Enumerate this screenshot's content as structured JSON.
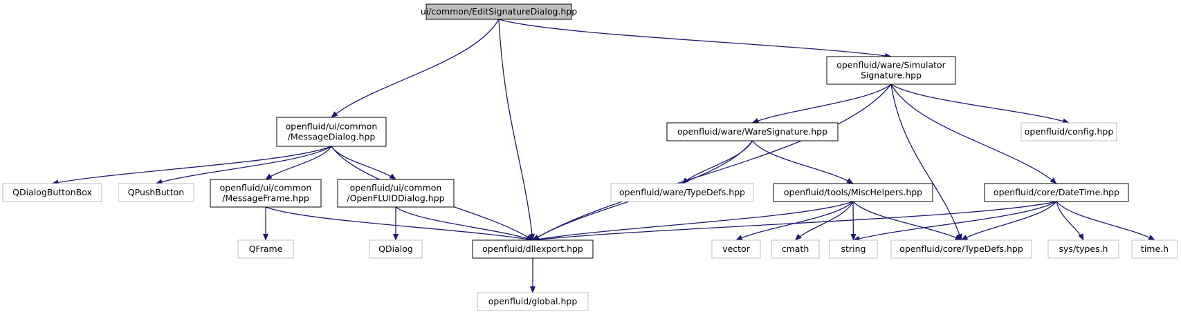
{
  "colors": {
    "edge": "#191970",
    "root_fill": "#bfbfbf",
    "root_border": "#000000",
    "documented_border": "#000000",
    "external_border": "#bfbfbf",
    "fill": "#ffffff"
  },
  "nodes": [
    {
      "id": "root",
      "lines": [
        "ui/common/EditSignatureDialog.hpp"
      ],
      "kind": "root"
    },
    {
      "id": "message_dialog",
      "lines": [
        "openfluid/ui/common",
        "/MessageDialog.hpp"
      ],
      "kind": "documented"
    },
    {
      "id": "dllexport",
      "lines": [
        "openfluid/dllexport.hpp"
      ],
      "kind": "documented"
    },
    {
      "id": "simulator_signature",
      "lines": [
        "openfluid/ware/Simulator",
        "Signature.hpp"
      ],
      "kind": "documented"
    },
    {
      "id": "dialog_button_box",
      "lines": [
        "QDialogButtonBox"
      ],
      "kind": "external"
    },
    {
      "id": "push_button",
      "lines": [
        "QPushButton"
      ],
      "kind": "external"
    },
    {
      "id": "message_frame",
      "lines": [
        "openfluid/ui/common",
        "/MessageFrame.hpp"
      ],
      "kind": "documented"
    },
    {
      "id": "openfluid_dialog",
      "lines": [
        "openfluid/ui/common",
        "/OpenFLUIDDialog.hpp"
      ],
      "kind": "documented"
    },
    {
      "id": "qframe",
      "lines": [
        "QFrame"
      ],
      "kind": "external"
    },
    {
      "id": "qdialog",
      "lines": [
        "QDialog"
      ],
      "kind": "external"
    },
    {
      "id": "global",
      "lines": [
        "openfluid/global.hpp"
      ],
      "kind": "external"
    },
    {
      "id": "ware_signature",
      "lines": [
        "openfluid/ware/WareSignature.hpp"
      ],
      "kind": "documented"
    },
    {
      "id": "config",
      "lines": [
        "openfluid/config.hpp"
      ],
      "kind": "external"
    },
    {
      "id": "ware_typedefs",
      "lines": [
        "openfluid/ware/TypeDefs.hpp"
      ],
      "kind": "external"
    },
    {
      "id": "misc_helpers",
      "lines": [
        "openfluid/tools/MiscHelpers.hpp"
      ],
      "kind": "documented"
    },
    {
      "id": "datetime",
      "lines": [
        "openfluid/core/DateTime.hpp"
      ],
      "kind": "documented"
    },
    {
      "id": "vector",
      "lines": [
        "vector"
      ],
      "kind": "external"
    },
    {
      "id": "cmath",
      "lines": [
        "cmath"
      ],
      "kind": "external"
    },
    {
      "id": "string",
      "lines": [
        "string"
      ],
      "kind": "external"
    },
    {
      "id": "core_typedefs",
      "lines": [
        "openfluid/core/TypeDefs.hpp"
      ],
      "kind": "external"
    },
    {
      "id": "sys_types",
      "lines": [
        "sys/types.h"
      ],
      "kind": "external"
    },
    {
      "id": "time_h",
      "lines": [
        "time.h"
      ],
      "kind": "external"
    }
  ],
  "edges": [
    {
      "from": "root",
      "to": "message_dialog"
    },
    {
      "from": "root",
      "to": "dllexport"
    },
    {
      "from": "root",
      "to": "simulator_signature"
    },
    {
      "from": "message_dialog",
      "to": "dialog_button_box"
    },
    {
      "from": "message_dialog",
      "to": "push_button"
    },
    {
      "from": "message_dialog",
      "to": "message_frame"
    },
    {
      "from": "message_dialog",
      "to": "openfluid_dialog"
    },
    {
      "from": "message_dialog",
      "to": "dllexport"
    },
    {
      "from": "message_frame",
      "to": "qframe"
    },
    {
      "from": "message_frame",
      "to": "dllexport"
    },
    {
      "from": "openfluid_dialog",
      "to": "qdialog"
    },
    {
      "from": "openfluid_dialog",
      "to": "dllexport"
    },
    {
      "from": "dllexport",
      "to": "global"
    },
    {
      "from": "simulator_signature",
      "to": "dllexport"
    },
    {
      "from": "simulator_signature",
      "to": "ware_signature"
    },
    {
      "from": "simulator_signature",
      "to": "config"
    },
    {
      "from": "simulator_signature",
      "to": "core_typedefs"
    },
    {
      "from": "simulator_signature",
      "to": "datetime"
    },
    {
      "from": "ware_signature",
      "to": "dllexport"
    },
    {
      "from": "ware_signature",
      "to": "ware_typedefs"
    },
    {
      "from": "ware_signature",
      "to": "misc_helpers"
    },
    {
      "from": "misc_helpers",
      "to": "dllexport"
    },
    {
      "from": "misc_helpers",
      "to": "vector"
    },
    {
      "from": "misc_helpers",
      "to": "cmath"
    },
    {
      "from": "misc_helpers",
      "to": "string"
    },
    {
      "from": "misc_helpers",
      "to": "core_typedefs"
    },
    {
      "from": "datetime",
      "to": "dllexport"
    },
    {
      "from": "datetime",
      "to": "string"
    },
    {
      "from": "datetime",
      "to": "core_typedefs"
    },
    {
      "from": "datetime",
      "to": "sys_types"
    },
    {
      "from": "datetime",
      "to": "time_h"
    }
  ]
}
